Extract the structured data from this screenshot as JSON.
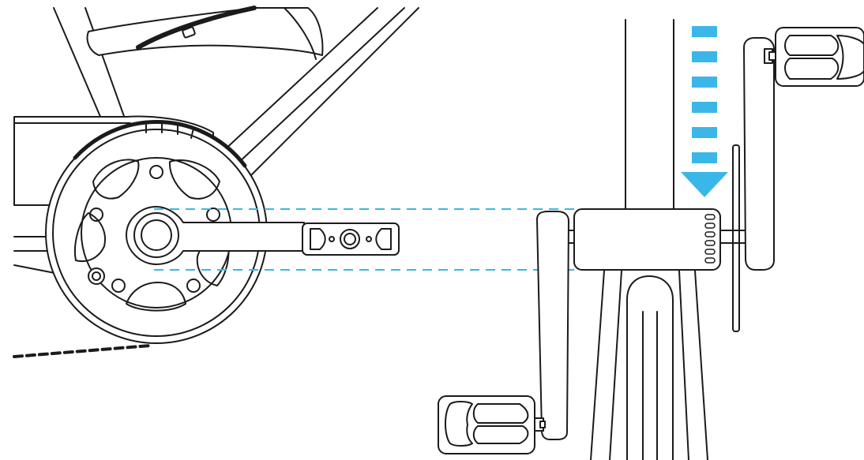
{
  "diagram": {
    "kind": "bicycle-crank-pedal-installation",
    "views": [
      "side-view-crankset",
      "front-view-bottom-bracket"
    ],
    "colors": {
      "outline": "#1b1b1b",
      "arrow": "#3ab7e8",
      "guide": "#3ab7e8",
      "background": "#ffffff"
    },
    "icons": [
      "down-arrow-icon"
    ]
  }
}
